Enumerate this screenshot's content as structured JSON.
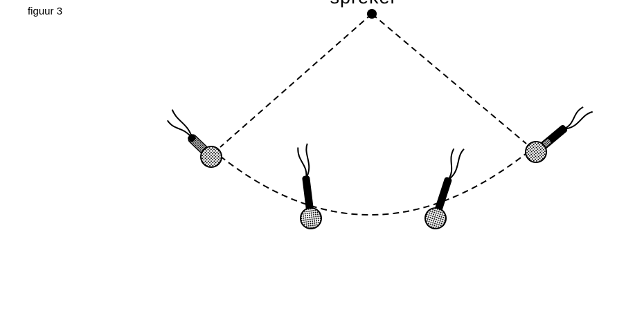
{
  "figure": {
    "label": "figuur 3",
    "speaker_label": "spreker",
    "microphone_count": 4
  }
}
